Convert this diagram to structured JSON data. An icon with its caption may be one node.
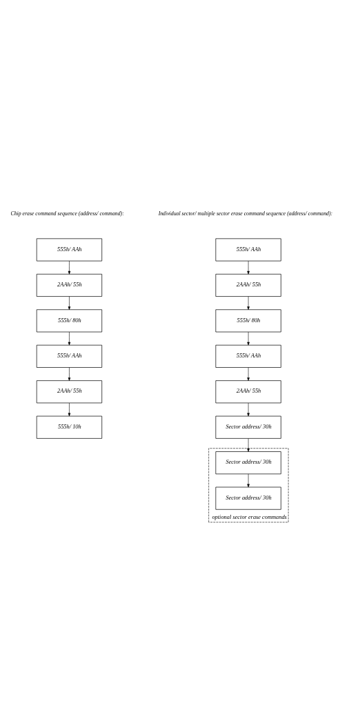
{
  "diagram": {
    "nodes": [
      {
        "text": [
          "555h/ AAh"
        ]
      },
      {
        "text": [
          "2AAh/ 55h"
        ]
      },
      {
        "text": [
          "555h/ 80h"
        ]
      },
      {
        "text": [
          "555h/ AAh"
        ]
      },
      {
        "text": [
          "2AAh/ 55h"
        ]
      },
      {
        "text": [
          "555h/ 10h"
        ]
      },
      {
        "text": [
          "555h/ AAh"
        ]
      },
      {
        "text": [
          "2AAh/ 55h"
        ]
      },
      {
        "text": [
          "555h/ 80h"
        ]
      },
      {
        "text": [
          "555h/ AAh"
        ]
      },
      {
        "text": [
          "2AAh/ 55h"
        ]
      },
      {
        "text": [
          "Sector address/ 30h"
        ]
      },
      {
        "text": [
          "optional sector erase commands"
        ]
      },
      {
        "text": [
          "Sector address/ 30h"
        ],
        "in": 12
      },
      {
        "text": [
          "Sector address/ 30h"
        ],
        "in": 12
      }
    ],
    "edges": [
      {
        "from": 0,
        "to": 1,
        "arrow": "to"
      },
      {
        "from": 1,
        "to": 2,
        "arrow": "to"
      },
      {
        "from": 2,
        "to": 3,
        "arrow": "to"
      },
      {
        "from": 3,
        "to": 4,
        "arrow": "to"
      },
      {
        "from": 4,
        "to": 5,
        "arrow": "to"
      },
      {
        "from": 6,
        "to": 7,
        "arrow": "to"
      },
      {
        "from": 7,
        "to": 8,
        "arrow": "to"
      },
      {
        "from": 8,
        "to": 9,
        "arrow": "to"
      },
      {
        "from": 9,
        "to": 10,
        "arrow": "to"
      },
      {
        "from": 10,
        "to": 11,
        "arrow": "to"
      },
      {
        "from": 11,
        "to": 13,
        "arrow": "to"
      },
      {
        "from": 13,
        "to": 14,
        "arrow": "to"
      }
    ],
    "labels": [
      "Chip erase command sequence (address/ command):",
      "Individual sector/ multiple sector erase command sequence (address/ command):"
    ]
  }
}
